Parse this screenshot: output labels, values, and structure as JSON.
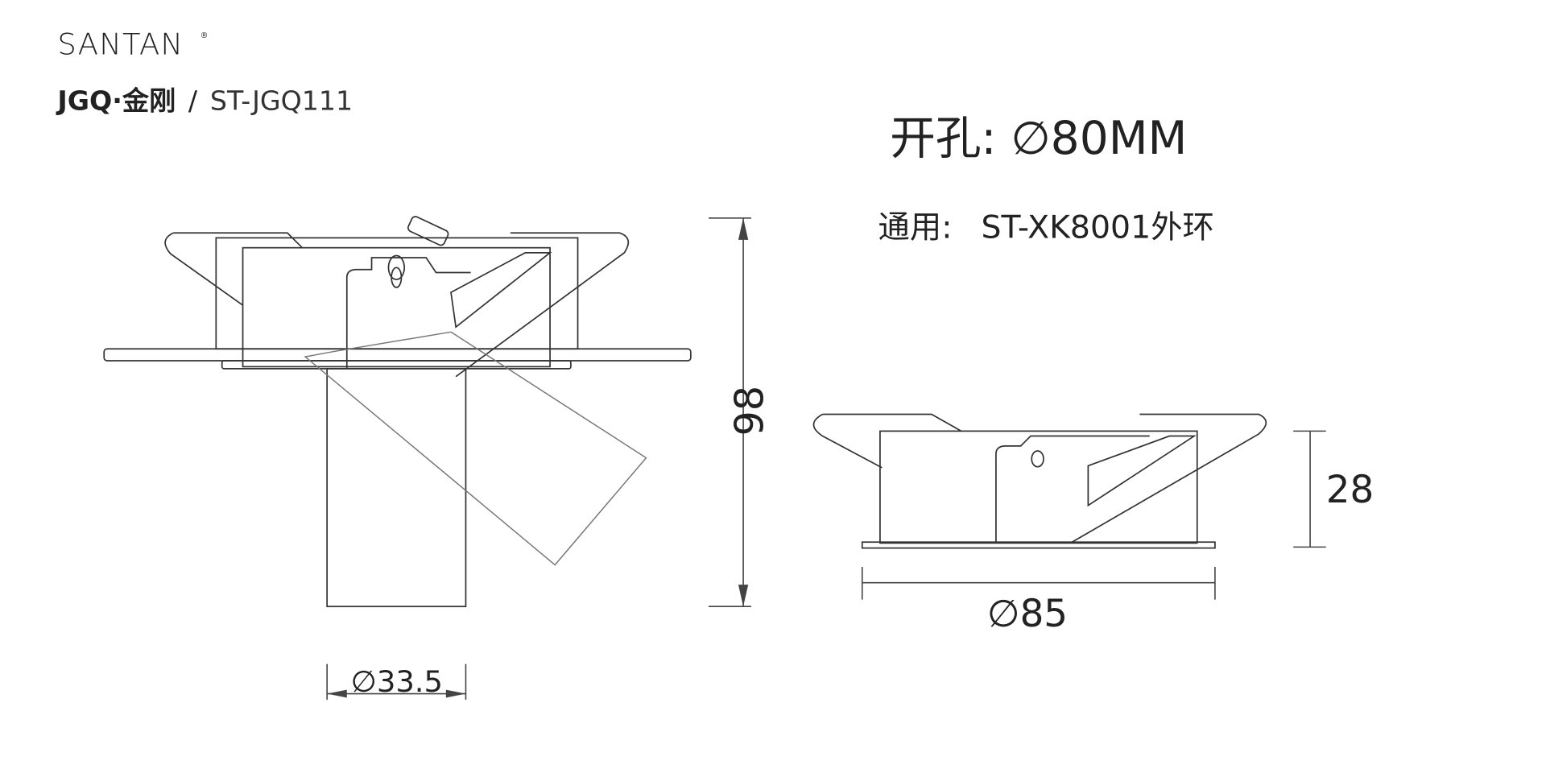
{
  "brand": {
    "logo": "SANTAN",
    "registered": "®"
  },
  "series": {
    "logo": "JGQ·金刚",
    "separator": "/",
    "model": "ST-JGQ111"
  },
  "cutout": {
    "label": "开孔:",
    "value": "∅80MM"
  },
  "compat": {
    "label": "通用:",
    "value": "ST-XK8001外环"
  },
  "dimensions": {
    "height_full": "98",
    "tube_diameter": "∅33.5",
    "ring_height": "28",
    "ring_diameter": "∅85"
  },
  "colors": {
    "line": "#333333",
    "text": "#222222"
  }
}
